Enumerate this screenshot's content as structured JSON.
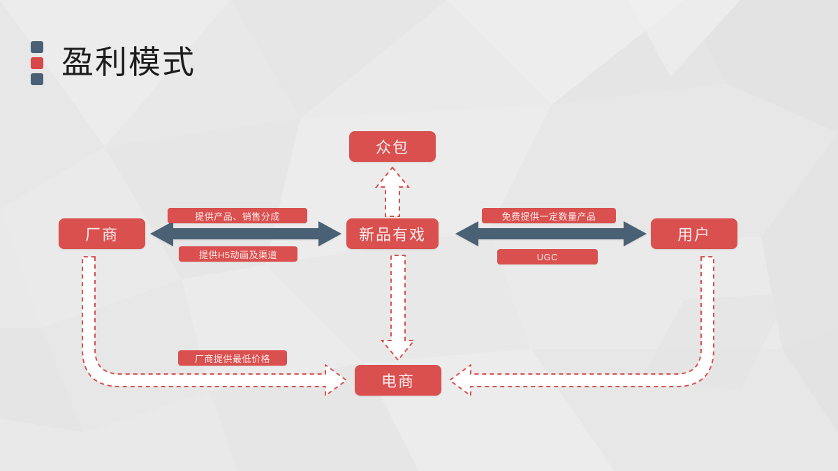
{
  "slide": {
    "title": "盈利模式",
    "background_color": "#e9e9e9",
    "accent_red": "#d9504f",
    "accent_dark": "#4a6074"
  },
  "title_marks": [
    {
      "name": "mark-top",
      "color": "#4a6074"
    },
    {
      "name": "mark-middle",
      "color": "#d8484a"
    },
    {
      "name": "mark-bottom",
      "color": "#4a6074"
    }
  ],
  "nodes": {
    "crowdsourcing": "众包",
    "manufacturer": "厂商",
    "core": "新品有戏",
    "user": "用户",
    "ecommerce": "电商"
  },
  "edge_labels": {
    "supply_product": "提供产品、销售分成",
    "h5_channel": "提供H5动画及渠道",
    "free_products": "免费提供一定数量产品",
    "ugc": "UGC",
    "lowest_price": "厂商提供最低价格"
  },
  "connectors": [
    {
      "name": "manufacturer-core-bidirectional",
      "style": "solid",
      "color": "#4a6074",
      "direction": "both",
      "from": "厂商",
      "to": "新品有戏",
      "labels": [
        "提供产品、销售分成",
        "提供H5动画及渠道"
      ]
    },
    {
      "name": "core-user-bidirectional",
      "style": "solid",
      "color": "#4a6074",
      "direction": "both",
      "from": "新品有戏",
      "to": "用户",
      "labels": [
        "免费提供一定数量产品",
        "UGC"
      ]
    },
    {
      "name": "core-crowdsourcing-up",
      "style": "dashed",
      "color": "#d9504f",
      "direction": "up",
      "from": "新品有戏",
      "to": "众包",
      "labels": []
    },
    {
      "name": "core-ecommerce-down",
      "style": "dashed",
      "color": "#d9504f",
      "direction": "down",
      "from": "新品有戏",
      "to": "电商",
      "labels": []
    },
    {
      "name": "manufacturer-ecommerce-curved",
      "style": "dashed",
      "color": "#d9504f",
      "direction": "right",
      "from": "厂商",
      "to": "电商",
      "labels": [
        "厂商提供最低价格"
      ]
    },
    {
      "name": "user-ecommerce-curved",
      "style": "dashed",
      "color": "#d9504f",
      "direction": "left",
      "from": "用户",
      "to": "电商",
      "labels": []
    }
  ]
}
